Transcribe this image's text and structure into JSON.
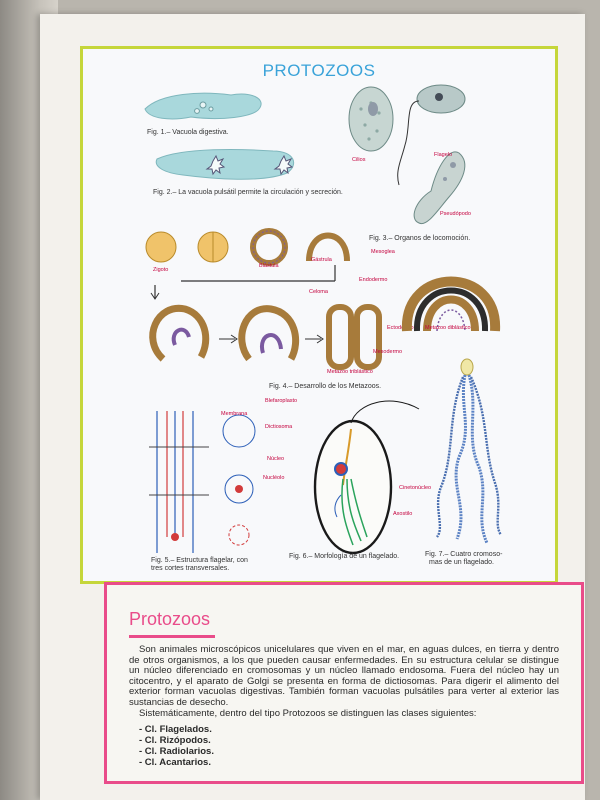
{
  "diagram": {
    "title": "PROTOZOOS",
    "captions": {
      "fig1": "Fig. 1.– Vacuola digestiva.",
      "fig2": "Fig. 2.– La vacuola pulsátil permite la circulación y secreción.",
      "fig3": "Fig. 3.– Organos de locomoción.",
      "fig4": "Fig. 4.– Desarrollo de los Metazoos.",
      "fig5_line1": "Fig. 5.– Estructura flagelar, con",
      "fig5_line2": "tres cortes transversales.",
      "fig6": "Fig. 6.– Morfología de un flagelado.",
      "fig7_line1": "Fig. 7.– Cuatro cromoso-",
      "fig7_line2": "mas de un flagelado."
    },
    "labels": {
      "cilios": "Cilios",
      "flagelo": "Flagelo",
      "seudopodo": "Pseudópodo",
      "zigoto": "Zigoto",
      "blastula": "Blástula",
      "gastrula": "Gástrula",
      "mesoglea": "Mesoglea",
      "celoma": "Celoma",
      "endodermo": "Endodermo",
      "ectodermo": "Ectodermo",
      "metazoo_diblastico": "Metazoo diblástico",
      "mesodermo": "Mesodermo",
      "metazoo_triblastico": "Metazoo triblástico",
      "membrana": "Membrana",
      "blefaroplasto": "Blefaroplasto",
      "dictiosoma": "Dictiosoma",
      "nucleo": "Núcleo",
      "nucleolo": "Nucléolo",
      "cinetonucleo": "Cinetonúcleo",
      "axostilo": "Axostilo"
    }
  },
  "article": {
    "title": "Protozoos",
    "paragraph1": "Son animales microscópicos unicelulares que viven en el mar, en aguas dulces, en tierra y dentro de otros organismos, a los que pueden causar enfermedades. En su estructura celular se distingue un núcleo diferenciado en cromosomas y un núcleo llamado endosoma. Fuera del núcleo hay un citocentro, y el aparato de Golgi se presenta en forma de dictiosomas. Para digerir el alimento del exterior forman vacuolas digestivas. También forman vacuolas pulsátiles para verter al exterior las sustancias de desecho.",
    "paragraph2": "Sistemáticamente, dentro del tipo Protozoos se distinguen las clases siguientes:",
    "classes": [
      "- Cl. Flagelados.",
      "- Cl. Rizópodos.",
      "- Cl. Radiolarios.",
      "- Cl. Acantarios."
    ]
  },
  "colors": {
    "top_frame": "#c5d63a",
    "bottom_frame": "#e94c8a",
    "title_blue": "#3aa3d9",
    "label_red": "#c4003d"
  }
}
